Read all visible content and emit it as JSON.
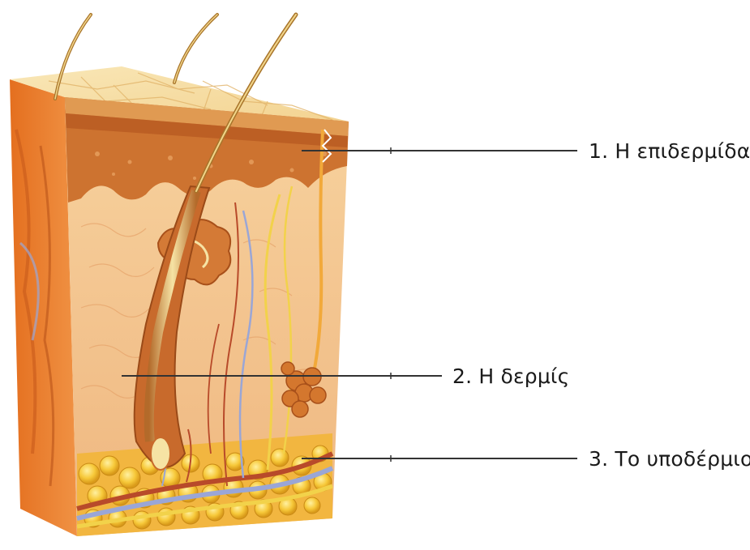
{
  "diagram": {
    "labels": [
      {
        "id": "epidermis",
        "text": "1. Η επιδερμίδα"
      },
      {
        "id": "dermis",
        "text": "2. Η δερμίς"
      },
      {
        "id": "hypodermis",
        "text": "3. Το υποδέρμιο"
      }
    ],
    "colors": {
      "epidermis_top": "#f6dfa0",
      "epidermis_layer": "#c86a2c",
      "dermis": "#f2c08e",
      "dermis_side": "#e07a2e",
      "fat": "#f6c33a",
      "vessel_red": "#b84a2a",
      "vessel_blue": "#9aa6d6",
      "nerve_yellow": "#f2d24a",
      "leader_line": "#333333"
    }
  }
}
